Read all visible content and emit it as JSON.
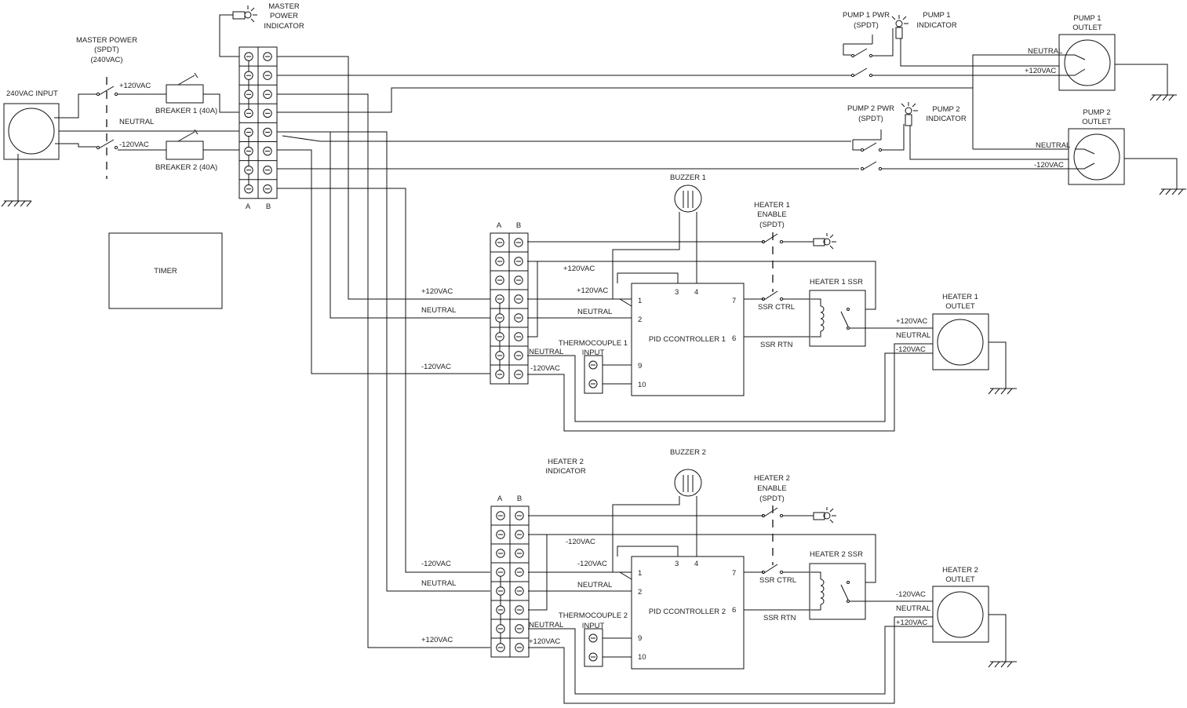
{
  "power": {
    "input_label": "240VAC INPUT",
    "master_switch_lines": [
      "MASTER POWER",
      "(SPDT)",
      "(240VAC)"
    ],
    "master_indicator_lines": [
      "MASTER",
      "POWER",
      "INDICATOR"
    ],
    "breaker1": "BREAKER 1 (40A)",
    "breaker2": "BREAKER 2 (40A)",
    "plus120": "+120VAC",
    "minus120": "-120VAC",
    "neutral": "NEUTRAL"
  },
  "terminal_cols": {
    "a": "A",
    "b": "B"
  },
  "timer_label": "TIMER",
  "pump1": {
    "switch_lines": [
      "PUMP 1 PWR",
      "(SPDT)"
    ],
    "indicator_lines": [
      "PUMP 1",
      "INDICATOR"
    ],
    "outlet_lines": [
      "PUMP 1",
      "OUTLET"
    ],
    "neutral": "NEUTRAL",
    "hot": "+120VAC"
  },
  "pump2": {
    "switch_lines": [
      "PUMP 2 PWR",
      "(SPDT)"
    ],
    "indicator_lines": [
      "PUMP 2",
      "INDICATOR"
    ],
    "outlet_lines": [
      "PUMP 2",
      "OUTLET"
    ],
    "neutral": "NEUTRAL",
    "hot": "-120VAC"
  },
  "heater1": {
    "buzzer": "BUZZER 1",
    "enable_lines": [
      "HEATER 1",
      "ENABLE",
      "(SPDT)"
    ],
    "ssr": "HEATER 1 SSR",
    "outlet_lines": [
      "HEATER 1",
      "OUTLET"
    ],
    "pid": "PID CCONTROLLER 1",
    "thermo_lines": [
      "THERMOCOUPLE 1",
      "INPUT"
    ],
    "pins": [
      "1",
      "2",
      "3",
      "4",
      "7",
      "6",
      "9",
      "10"
    ],
    "ssr_ctrl": "SSR CTRL",
    "ssr_rtn": "SSR RTN",
    "tb_top_label": "+120VAC",
    "pid_hot": "+120VAC",
    "pid_neutral": "NEUTRAL",
    "feed_hot": "+120VAC",
    "feed_neutral": "NEUTRAL",
    "feed_minus": "-120VAC",
    "out_neutral": "NEUTRAL",
    "out_minus": "-120VAC",
    "outlet_hot": "+120VAC",
    "outlet_neutral": "NEUTRAL",
    "outlet_minus": "-120VAC"
  },
  "heater2": {
    "buzzer": "BUZZER 2",
    "indicator_lines": [
      "HEATER 2",
      "INDICATOR"
    ],
    "enable_lines": [
      "HEATER 2",
      "ENABLE",
      "(SPDT)"
    ],
    "ssr": "HEATER 2 SSR",
    "outlet_lines": [
      "HEATER 2",
      "OUTLET"
    ],
    "pid": "PID CCONTROLLER 2",
    "thermo_lines": [
      "THERMOCOUPLE 2",
      "INPUT"
    ],
    "pins": [
      "1",
      "2",
      "3",
      "4",
      "7",
      "6",
      "9",
      "10"
    ],
    "ssr_ctrl": "SSR CTRL",
    "ssr_rtn": "SSR RTN",
    "tb_top_label": "-120VAC",
    "pid_hot": "-120VAC",
    "pid_neutral": "NEUTRAL",
    "feed_minus": "-120VAC",
    "feed_neutral": "NEUTRAL",
    "feed_plus": "+120VAC",
    "out_neutral": "NEUTRAL",
    "out_plus": "+120VAC",
    "outlet_hot": "-120VAC",
    "outlet_neutral": "NEUTRAL",
    "outlet_plus": "+120VAC"
  }
}
